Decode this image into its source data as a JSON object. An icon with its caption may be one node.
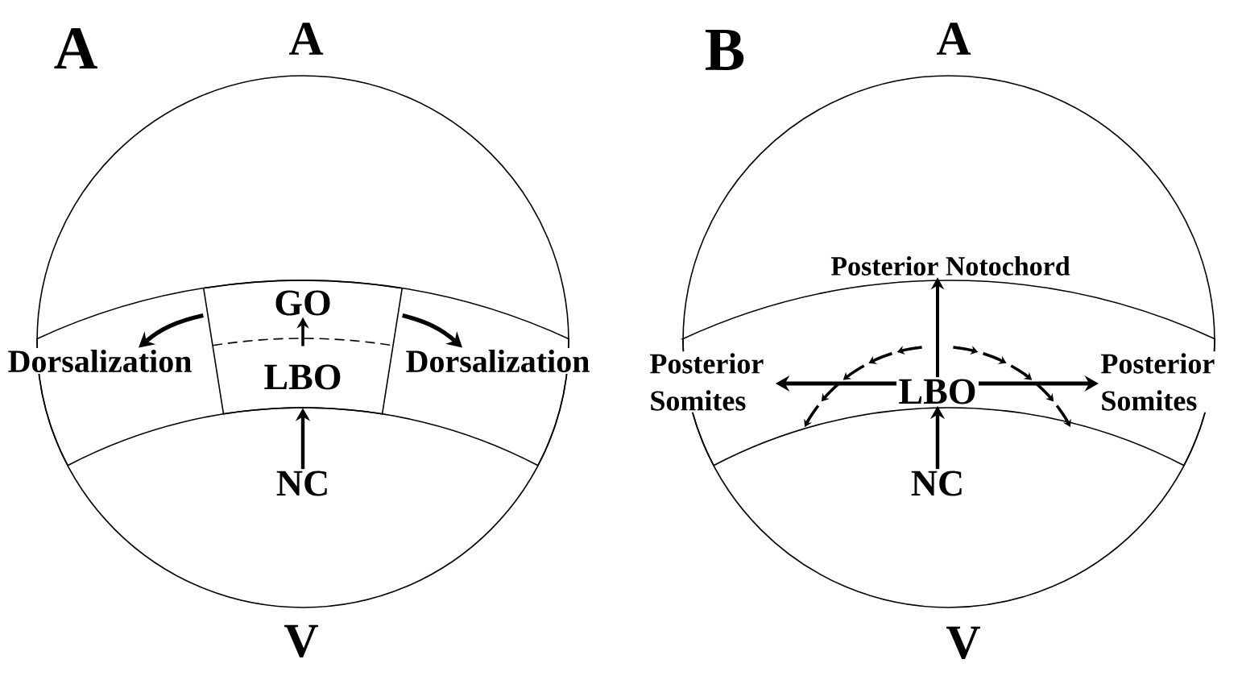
{
  "diagram": {
    "nodes": [
      {
        "text": [],
        "shape": "circle",
        "beside": [
          "A",
          "V"
        ]
      },
      {
        "text": [],
        "shape": "band",
        "in": 0
      },
      {
        "text": [],
        "shape": "box",
        "in": 1
      },
      {
        "text": [
          "GO"
        ],
        "in": 2
      },
      {
        "text": [
          "LBO"
        ],
        "in": 2
      },
      {
        "text": [
          "Dorsalization"
        ]
      },
      {
        "text": [
          "Dorsalization"
        ]
      },
      {
        "text": [
          "NC"
        ],
        "in": 0
      },
      {
        "text": [],
        "shape": "circle",
        "beside": [
          "A",
          "V"
        ]
      },
      {
        "text": [],
        "shape": "band",
        "in": 8
      },
      {
        "text": [
          "Posterior Notochord"
        ],
        "in": 8
      },
      {
        "text": [
          "Posterior Somites"
        ]
      },
      {
        "text": [
          "LBO"
        ],
        "in": 9
      },
      {
        "text": [
          "Posterior Somites"
        ]
      },
      {
        "text": [
          "NC"
        ],
        "in": 8
      }
    ],
    "edges": [
      {
        "from": 4,
        "to": 3,
        "arrow": "to"
      },
      {
        "from": 7,
        "to": 4,
        "arrow": "to"
      },
      {
        "from": 2,
        "to": 5,
        "arrow": "to"
      },
      {
        "from": 2,
        "to": 6,
        "arrow": "to"
      },
      {
        "from": 14,
        "to": 12,
        "arrow": "to"
      },
      {
        "from": 12,
        "to": 10,
        "arrow": "to"
      },
      {
        "from": 12,
        "to": 11,
        "arrow": "to"
      },
      {
        "from": 12,
        "to": 13,
        "arrow": "to"
      }
    ],
    "labels": [
      "A",
      "B"
    ]
  }
}
